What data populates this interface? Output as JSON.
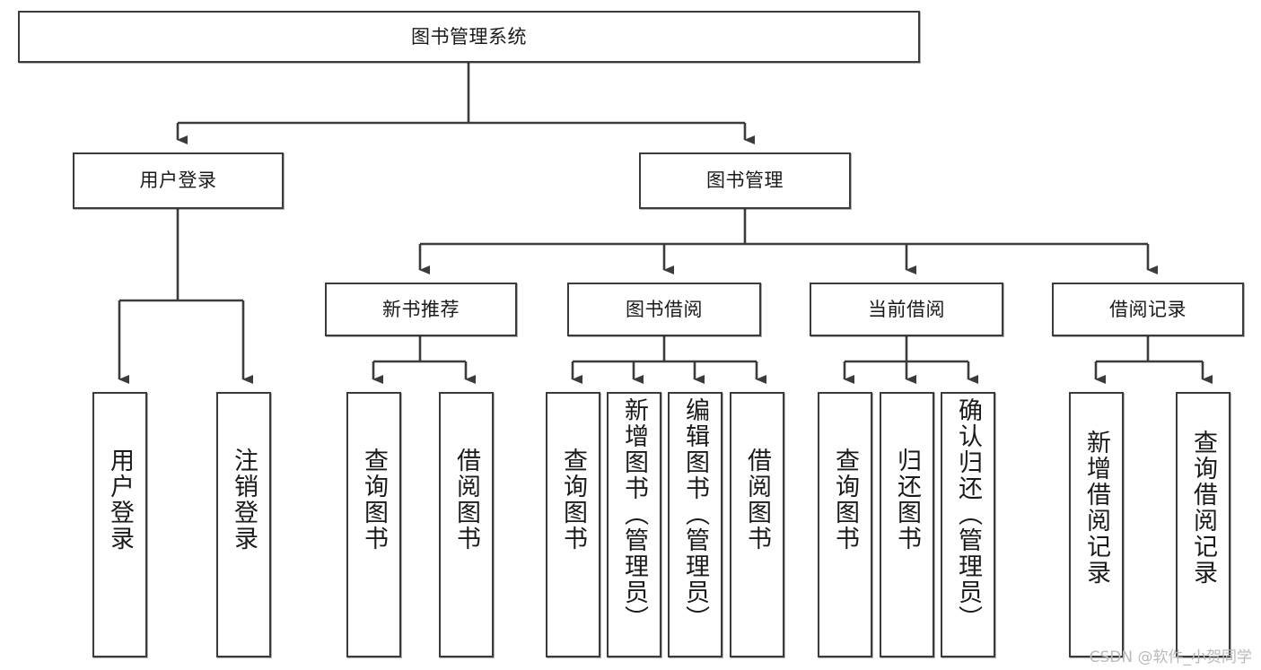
{
  "diagram": {
    "type": "tree",
    "title": "图书管理系统",
    "watermark": "CSDN @软件_小贺同学",
    "colors": {
      "box_border": "#3b3b3b",
      "box_fill": "#ffffff",
      "edge": "#3b3b3b",
      "text": "#1a1a1a",
      "watermark": "#b9b9b9"
    },
    "nodes": {
      "root": {
        "label": "图书管理系统"
      },
      "level2": [
        {
          "id": "user-login",
          "label": "用户登录"
        },
        {
          "id": "book-management",
          "label": "图书管理"
        }
      ],
      "level3": [
        {
          "id": "new-book-recommend",
          "label": "新书推荐"
        },
        {
          "id": "book-borrow",
          "label": "图书借阅"
        },
        {
          "id": "current-borrow",
          "label": "当前借阅"
        },
        {
          "id": "borrow-record",
          "label": "借阅记录"
        }
      ],
      "leaves": {
        "user-login": [
          {
            "id": "leaf-user-login",
            "label": "用户登录"
          },
          {
            "id": "leaf-logout-login",
            "label": "注销登录"
          }
        ],
        "new-book-recommend": [
          {
            "id": "leaf-query-book-1",
            "label": "查询图书"
          },
          {
            "id": "leaf-borrow-book-1",
            "label": "借阅图书"
          }
        ],
        "book-borrow": [
          {
            "id": "leaf-query-book-2",
            "label": "查询图书"
          },
          {
            "id": "leaf-add-book",
            "label": "新增图书（管理员）"
          },
          {
            "id": "leaf-edit-book",
            "label": "编辑图书（管理员）"
          },
          {
            "id": "leaf-borrow-book-2",
            "label": "借阅图书"
          }
        ],
        "current-borrow": [
          {
            "id": "leaf-query-book-3",
            "label": "查询图书"
          },
          {
            "id": "leaf-return-book",
            "label": "归还图书"
          },
          {
            "id": "leaf-confirm-return",
            "label": "确认归还（管理员）"
          }
        ],
        "borrow-record": [
          {
            "id": "leaf-add-record",
            "label": "新增借阅记录"
          },
          {
            "id": "leaf-query-record",
            "label": "查询借阅记录"
          }
        ]
      }
    }
  }
}
